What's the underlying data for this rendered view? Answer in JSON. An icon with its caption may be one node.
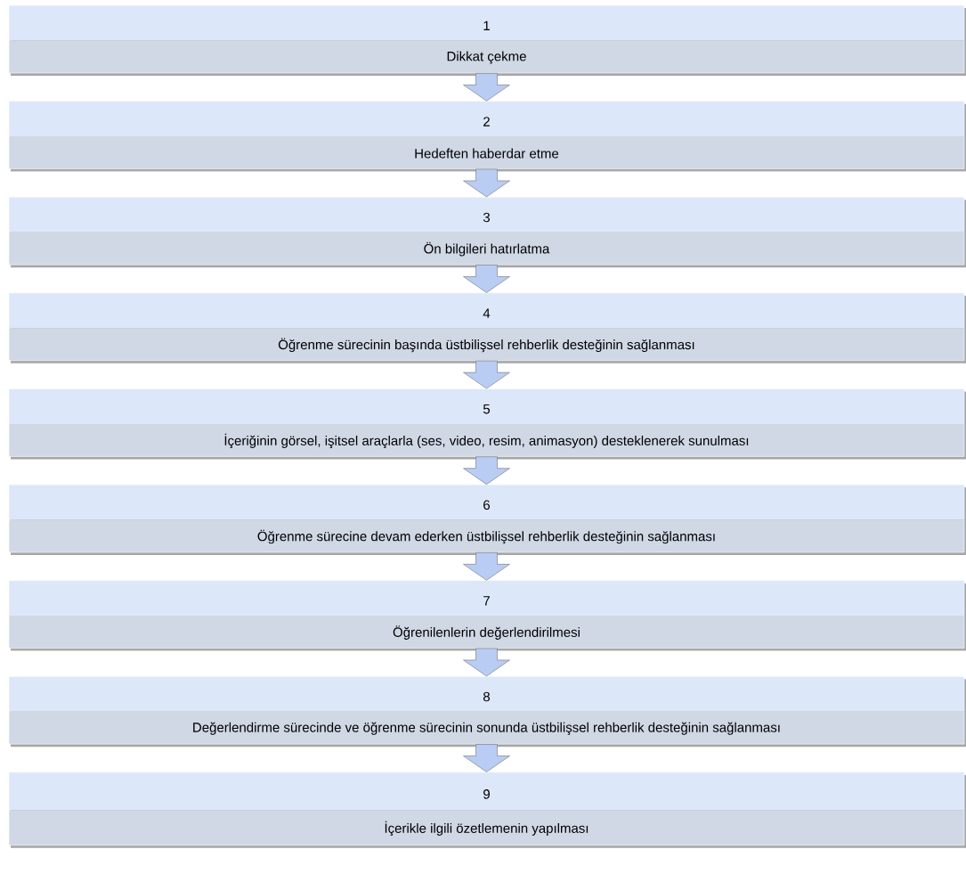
{
  "diagram": {
    "nodes": [
      {
        "text": [
          "1",
          "Dikkat çekme"
        ]
      },
      {
        "text": [
          "2",
          "Hedeften haberdar etme"
        ]
      },
      {
        "text": [
          "3",
          "Ön bilgileri hatırlatma"
        ]
      },
      {
        "text": [
          "4",
          "Öğrenme sürecinin başında üstbilişsel rehberlik desteğinin sağlanması"
        ]
      },
      {
        "text": [
          "5",
          "İçeriğinin görsel, işitsel araçlarla (ses, video, resim, animasyon) desteklenerek sunulması"
        ]
      },
      {
        "text": [
          "6",
          "Öğrenme sürecine devam ederken üstbilişsel rehberlik desteğinin sağlanması"
        ]
      },
      {
        "text": [
          "7",
          "Öğrenilenlerin değerlendirilmesi"
        ]
      },
      {
        "text": [
          "8",
          "Değerlendirme sürecinde ve öğrenme sürecinin sonunda üstbilişsel rehberlik desteğinin sağlanması"
        ]
      },
      {
        "text": [
          "9",
          "İçerikle ilgili özetlemenin yapılması"
        ]
      }
    ],
    "edges": [
      {
        "from": 0,
        "to": 1,
        "arrow": "to"
      },
      {
        "from": 1,
        "to": 2,
        "arrow": "to"
      },
      {
        "from": 2,
        "to": 3,
        "arrow": "to"
      },
      {
        "from": 3,
        "to": 4,
        "arrow": "to"
      },
      {
        "from": 4,
        "to": 5,
        "arrow": "to"
      },
      {
        "from": 5,
        "to": 6,
        "arrow": "to"
      },
      {
        "from": 6,
        "to": 7,
        "arrow": "to"
      },
      {
        "from": 7,
        "to": 8,
        "arrow": "to"
      }
    ]
  }
}
